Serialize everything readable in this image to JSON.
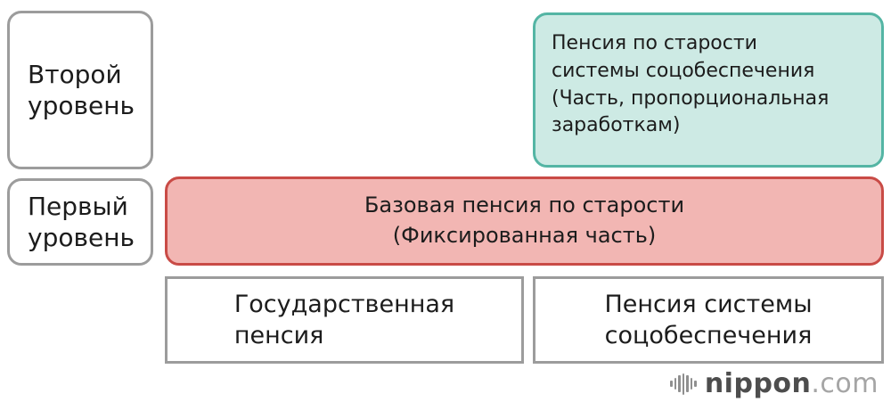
{
  "boxes": {
    "tier2": {
      "label": "Второй\nуровень"
    },
    "earnings_pension": {
      "label": "Пенсия по старости\nсистемы соцобеспечения\n(Часть, пропорциональная\nзаработкам)"
    },
    "tier1": {
      "label": "Первый\nуровень"
    },
    "basic_pension": {
      "label": "Базовая пенсия по старости\n(Фиксированная часть)"
    },
    "national_pension": {
      "label": "Государственная\nпенсия"
    },
    "social_security_pension": {
      "label": "Пенсия системы\nсоцобеспечения"
    }
  },
  "logo": {
    "icon": "soundwave-icon",
    "name": "nippon",
    "tld": ".com"
  },
  "colors": {
    "gray_border": "#9c9c9c",
    "teal_border": "#54b5a4",
    "teal_bg": "#cdeae4",
    "red_border": "#c94b46",
    "red_bg": "#f2b6b3",
    "text": "#1c1c1c",
    "logo_name": "#4d4d4d",
    "logo_tld": "#a5a5a5",
    "logo_icon": "#8f8f8f"
  }
}
